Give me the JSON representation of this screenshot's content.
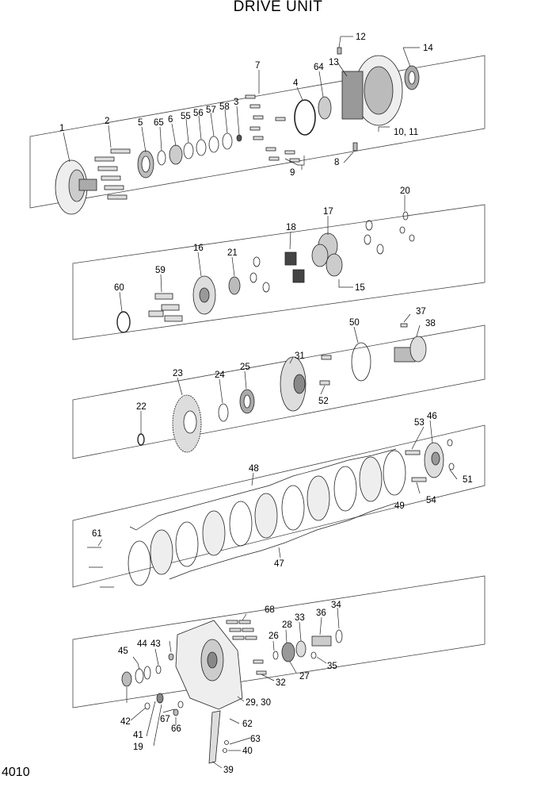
{
  "title": "DRIVE UNIT",
  "page_number": "4010",
  "labels": [
    "1",
    "2",
    "3",
    "4",
    "5",
    "6",
    "7",
    "8",
    "9",
    "10, 11",
    "12",
    "13",
    "14",
    "15",
    "16",
    "17",
    "18",
    "20",
    "21",
    "59",
    "60",
    "22",
    "23",
    "24",
    "25",
    "31",
    "37",
    "38",
    "50",
    "52",
    "46",
    "47",
    "48",
    "49",
    "51",
    "53",
    "54",
    "61",
    "19",
    "26",
    "27",
    "28",
    "29, 30",
    "32",
    "33",
    "34",
    "35",
    "36",
    "39",
    "40",
    "41",
    "42",
    "43",
    "44",
    "45",
    "55",
    "56",
    "57",
    "58",
    "62",
    "63",
    "64",
    "65",
    "66",
    "67",
    "68"
  ]
}
